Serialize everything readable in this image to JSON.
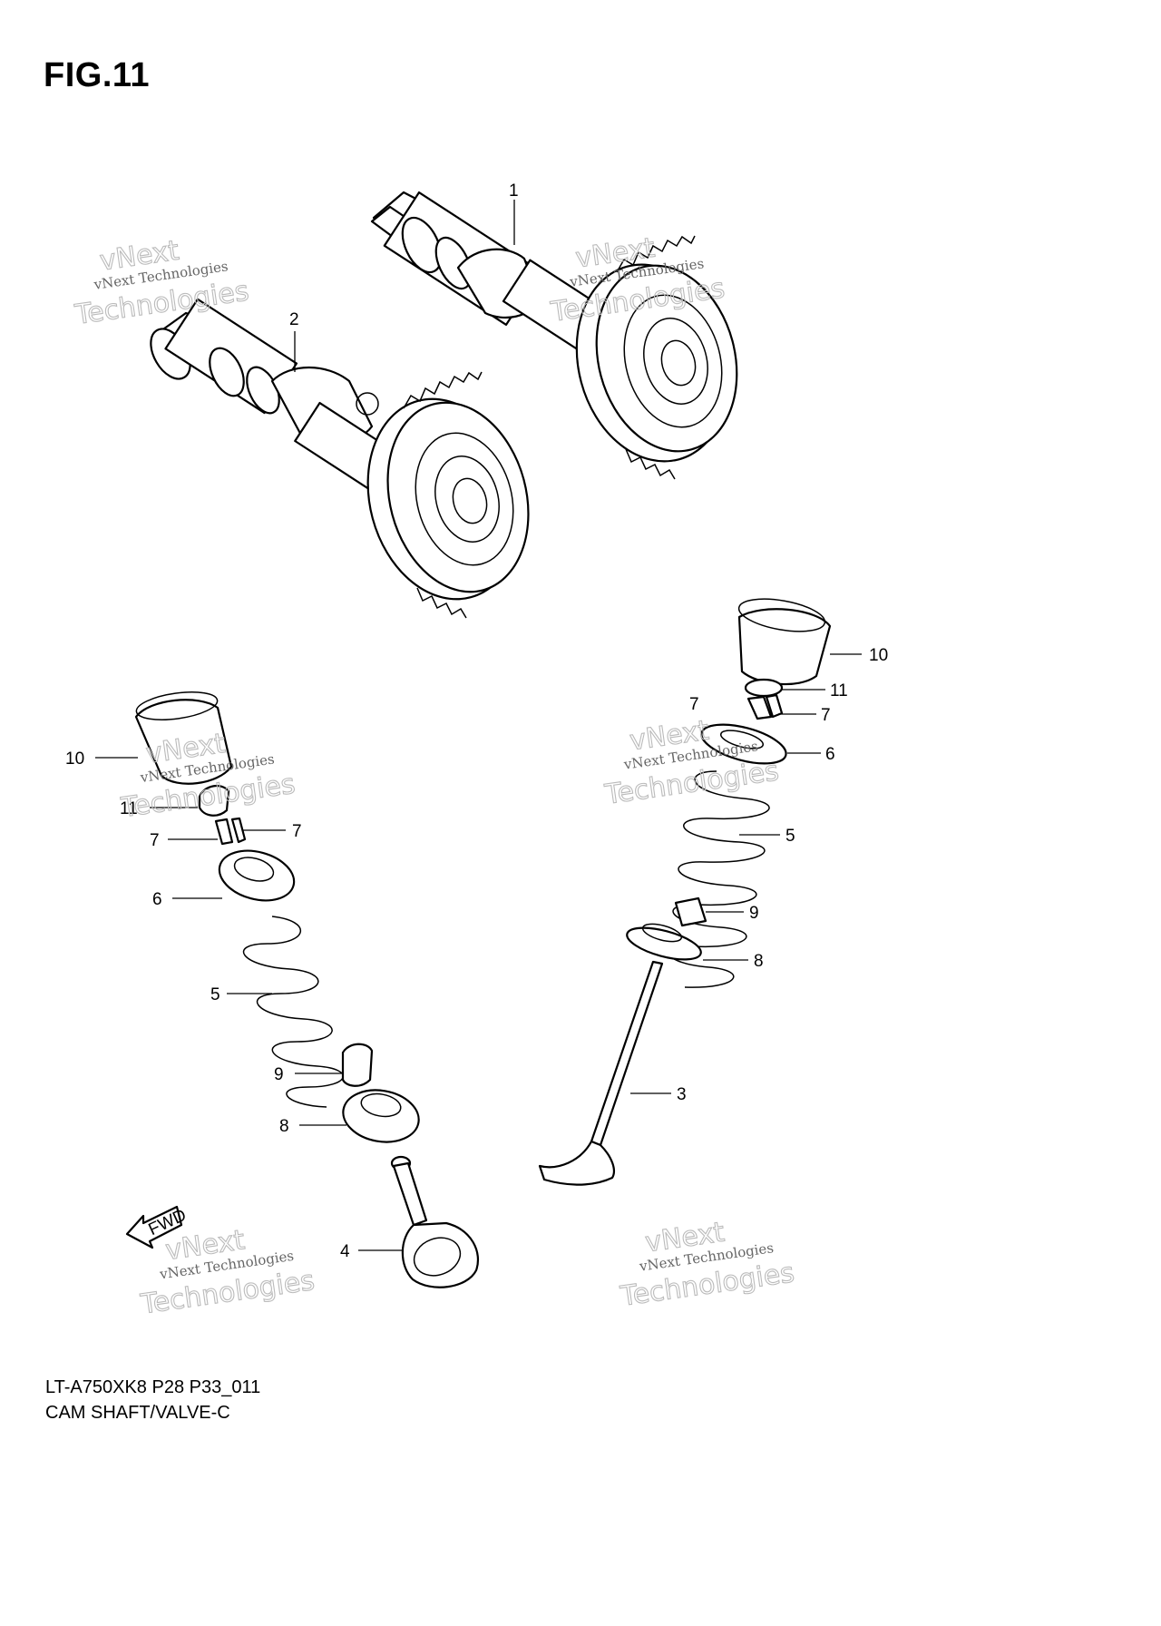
{
  "figure": {
    "title": "FIG.11",
    "model_code": "LT-A750XK8 P28 P33_011",
    "caption": "CAM SHAFT/VALVE-C"
  },
  "watermark": {
    "small": "vNext Technologies",
    "big_top": "vNext",
    "big_bottom": "Technologies"
  },
  "fwd_label": "FWD",
  "callouts": {
    "c1": "1",
    "c2": "2",
    "r10": "10",
    "r11": "11",
    "r7a": "7",
    "r7b": "7",
    "r6": "6",
    "r5": "5",
    "r9": "9",
    "r8": "8",
    "r3": "3",
    "l10": "10",
    "l11": "11",
    "l7a": "7",
    "l7b": "7",
    "l6": "6",
    "l5": "5",
    "l9": "9",
    "l8": "8",
    "l4": "4"
  }
}
